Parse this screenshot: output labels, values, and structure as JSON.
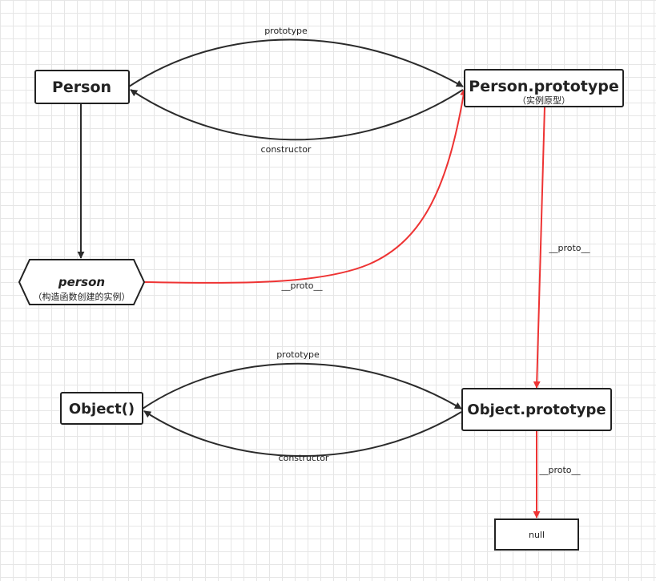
{
  "colors": {
    "line": "#2b2b2b",
    "proto_link": "#ee3333",
    "node_border": "#222222",
    "grid": "#e6e6e6"
  },
  "nodes": {
    "person_ctor": {
      "label": "Person"
    },
    "person_proto": {
      "label": "Person.prototype",
      "sublabel": "（实例原型）"
    },
    "person_instance": {
      "label": "person",
      "sublabel": "（构造函数创建的实例）"
    },
    "object_ctor": {
      "label": "Object()"
    },
    "object_proto": {
      "label": "Object.prototype"
    },
    "null_node": {
      "label": "null"
    }
  },
  "edges": {
    "person_prototype": "prototype",
    "person_constructor": "constructor",
    "instance_proto": "__proto__",
    "person_proto_proto": "__proto__",
    "object_prototype": "prototype",
    "object_constructor": "constructor",
    "object_proto_proto": "__proto__"
  }
}
